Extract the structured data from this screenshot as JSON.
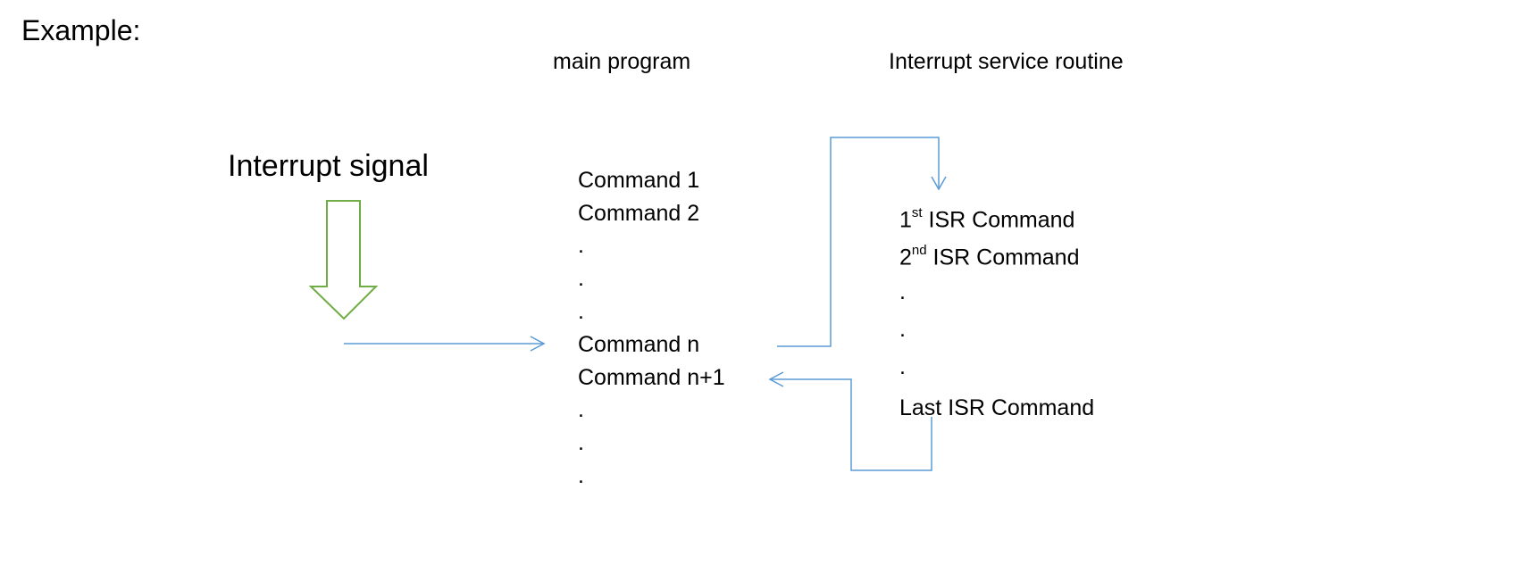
{
  "heading": "Example:",
  "columns": {
    "main_title": "main program",
    "isr_title": "Interrupt service routine"
  },
  "signal": {
    "label": "Interrupt signal"
  },
  "main_program": {
    "cmd1": "Command 1",
    "cmd2": "Command 2",
    "dot_a": ".",
    "dot_b": ".",
    "dot_c": ".",
    "cmd_n": "Command n",
    "cmd_n1": "Command n+1",
    "dot_d": ".",
    "dot_e": ".",
    "dot_f": "."
  },
  "isr": {
    "first_num": "1",
    "first_sup": "st",
    "first_rest": " ISR Command",
    "second_num": "2",
    "second_sup": "nd",
    "second_rest": " ISR Command",
    "dot_a": ".",
    "dot_b": ".",
    "dot_c": ".",
    "last": "Last ISR Command"
  },
  "colors": {
    "arrow_blue": "#5b9bd5",
    "signal_green": "#70ad47"
  }
}
